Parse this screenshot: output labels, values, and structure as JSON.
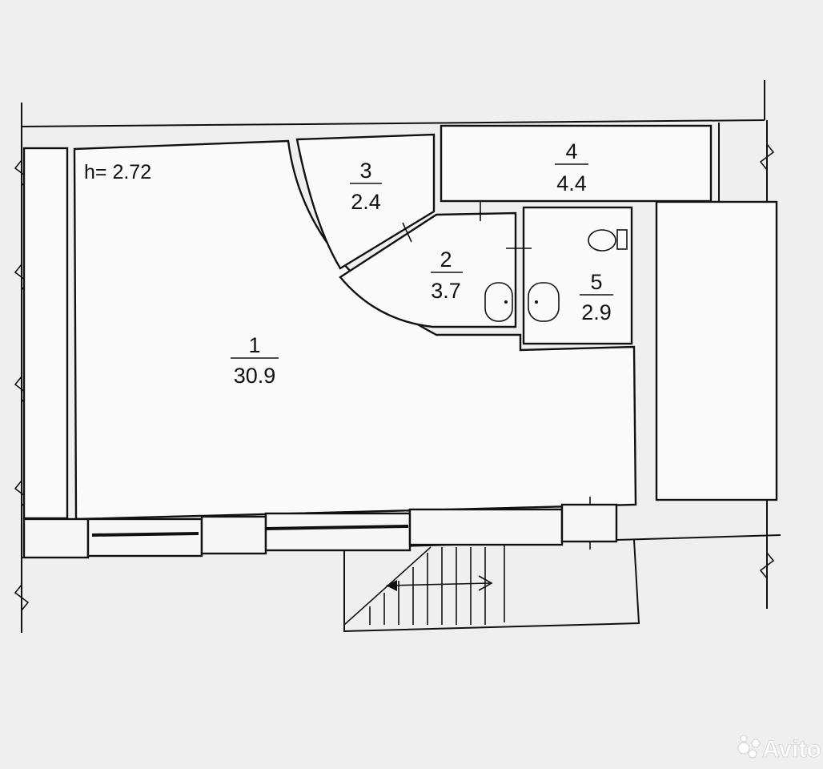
{
  "plan": {
    "ceiling_height": "h= 2.72",
    "rooms": [
      {
        "number": "1",
        "area": "30.9"
      },
      {
        "number": "2",
        "area": "3.7"
      },
      {
        "number": "3",
        "area": "2.4"
      },
      {
        "number": "4",
        "area": "4.4"
      },
      {
        "number": "5",
        "area": "2.9"
      }
    ]
  },
  "watermark": {
    "text": "Avito",
    "icon": "avito-logo-icon"
  },
  "colors": {
    "background": "#efefef",
    "lines": "#111111",
    "watermark": "#ffffff"
  }
}
